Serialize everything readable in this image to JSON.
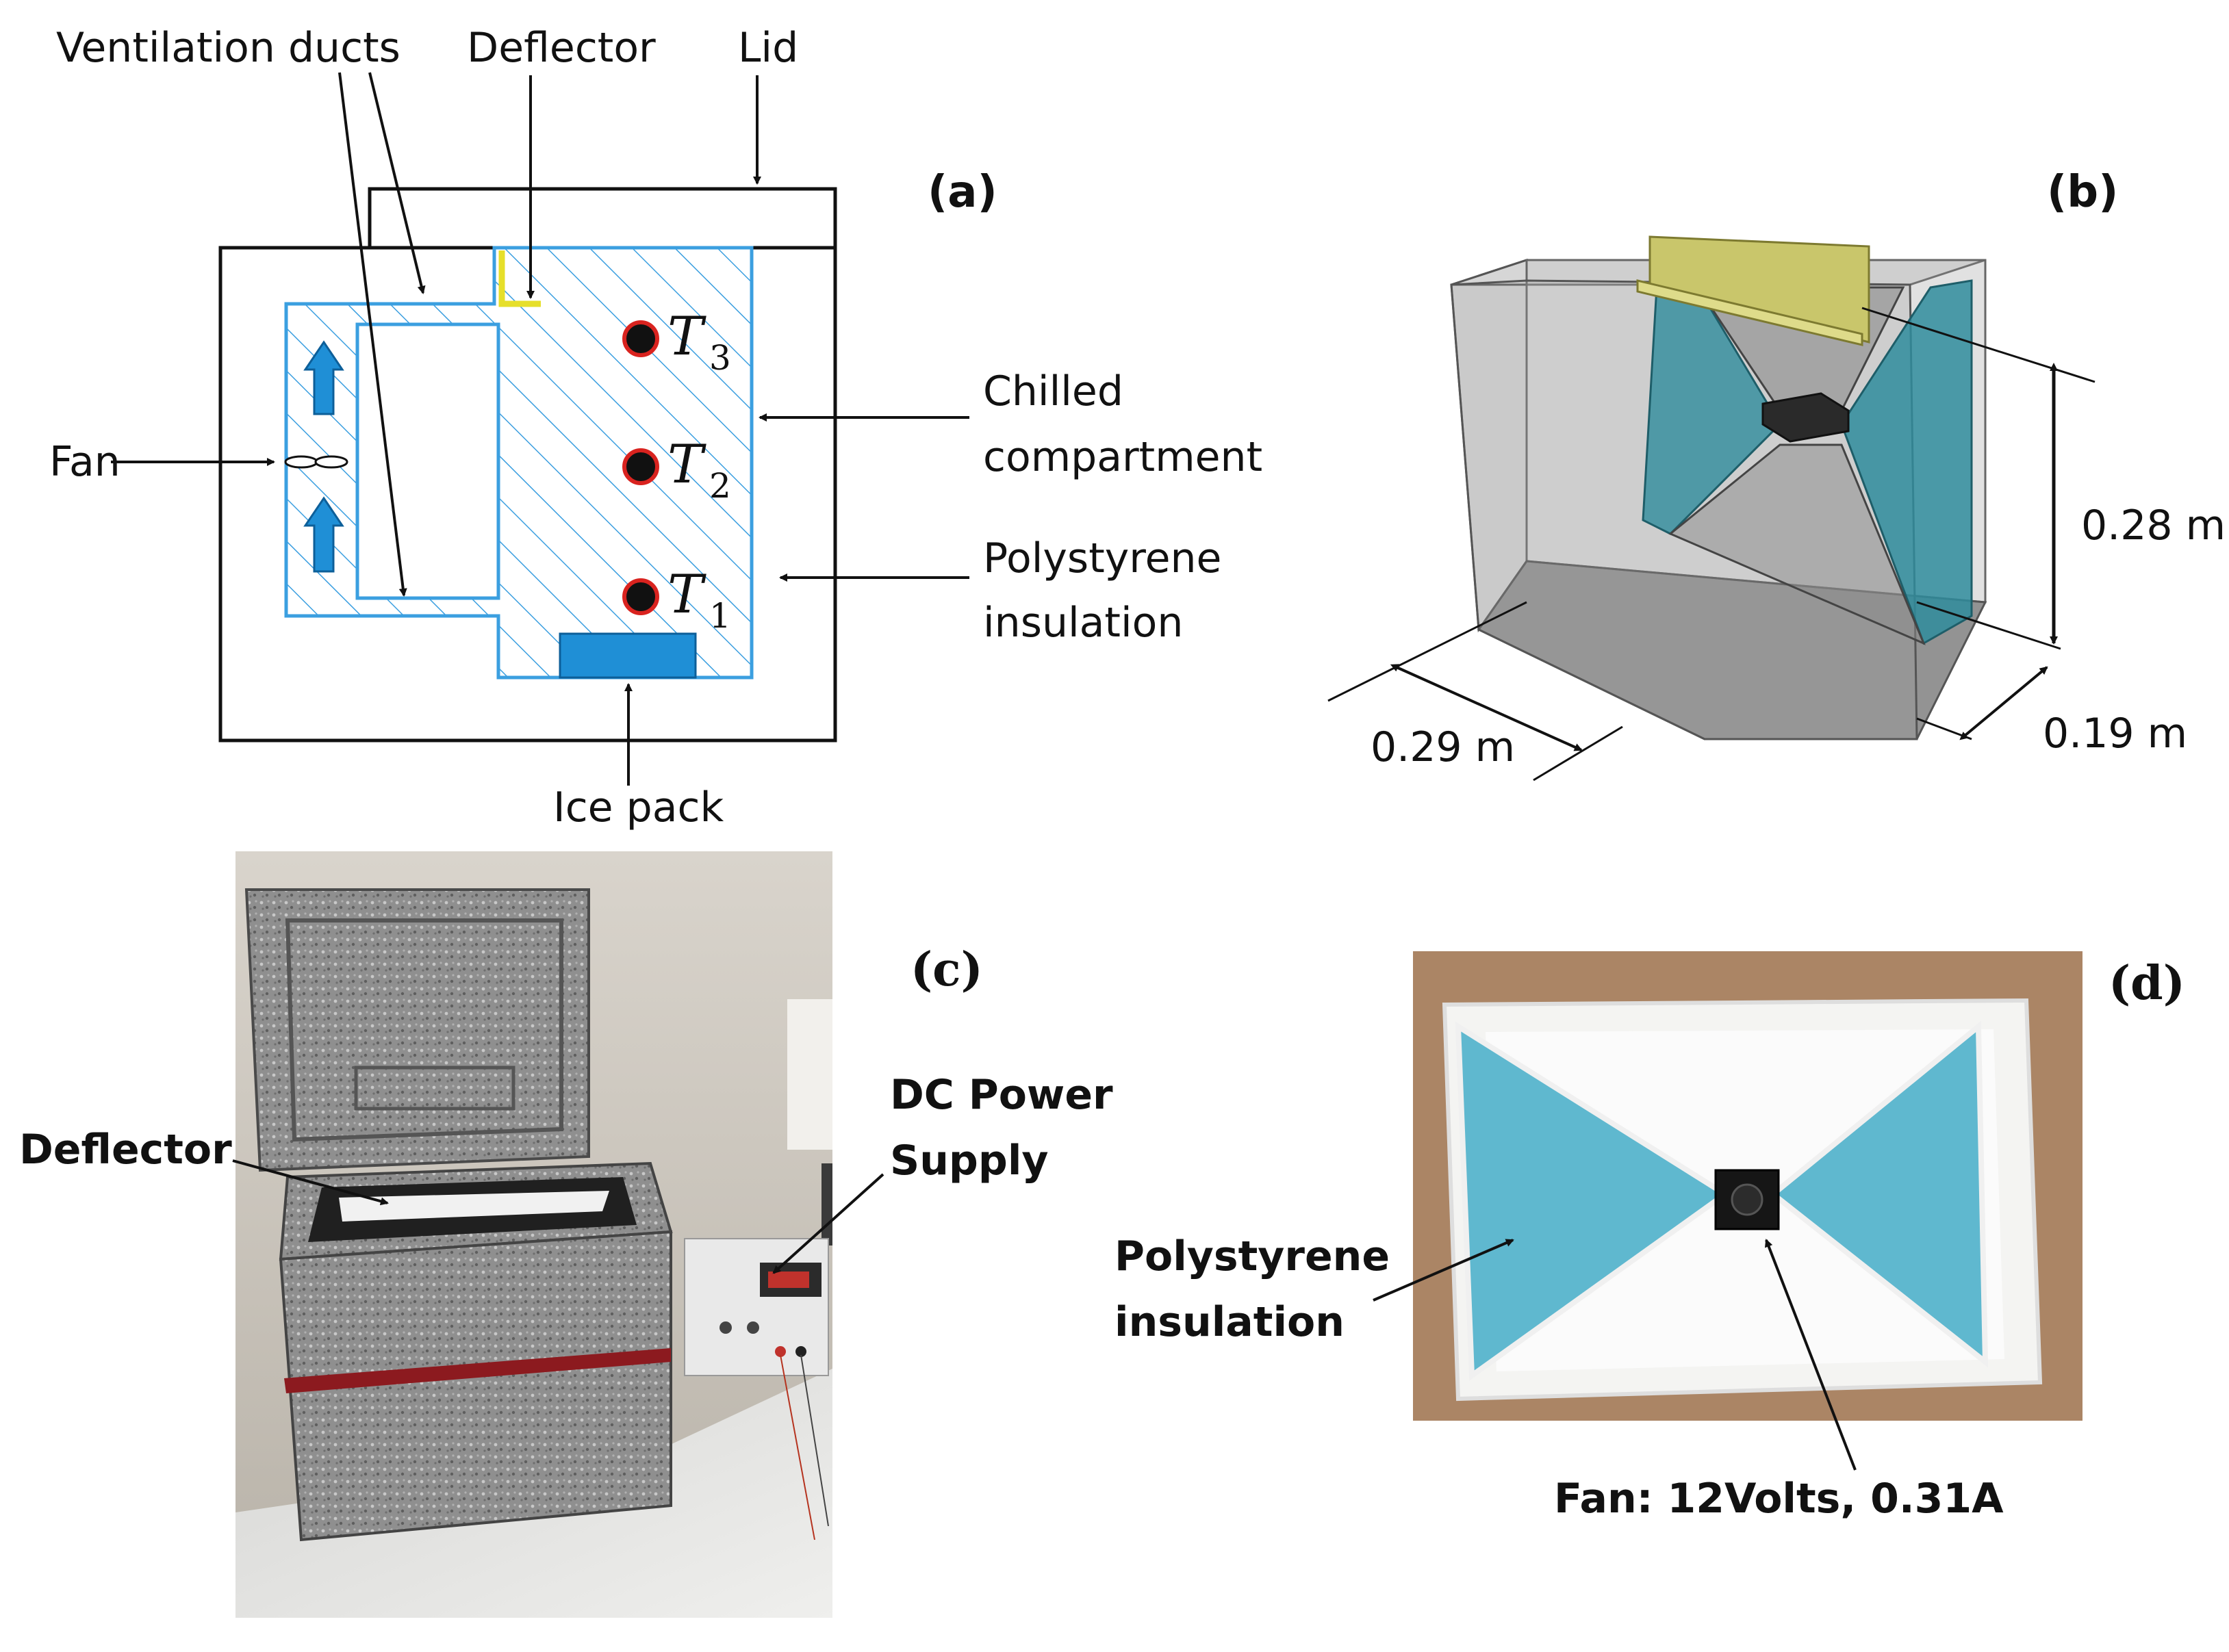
{
  "panel_a": {
    "tag": "(a)",
    "labels": {
      "ventilation_ducts": "Ventilation ducts",
      "deflector": "Deflector",
      "lid": "Lid",
      "fan": "Fan",
      "chilled_line1": "Chilled",
      "chilled_line2": "compartment",
      "poly_line1": "Polystyrene",
      "poly_line2": "insulation",
      "ice_pack": "Ice pack"
    },
    "sensors": [
      {
        "symbol": "T",
        "sub": "3"
      },
      {
        "symbol": "T",
        "sub": "2"
      },
      {
        "symbol": "T",
        "sub": "1"
      }
    ],
    "colors": {
      "duct": "#3b9fe0",
      "arrow_fill": "#1f8fd6",
      "deflector": "#e6df2a",
      "sensor": "#111111",
      "sensor_ring": "#d9231f"
    }
  },
  "panel_b": {
    "tag": "(b)",
    "dimensions": {
      "height": "0.28 m",
      "width": "0.29 m",
      "depth": "0.19 m"
    },
    "colors": {
      "box": "#9a9a9a",
      "insulation": "#2f8c9c",
      "deflector": "#c9c66b"
    }
  },
  "panel_c": {
    "tag": "(c)",
    "labels": {
      "deflector": "Deflector",
      "power_line1": "DC Power",
      "power_line2": "Supply"
    }
  },
  "panel_d": {
    "tag": "(d)",
    "labels": {
      "poly_line1": "Polystyrene",
      "poly_line2": "insulation",
      "fan": "Fan: 12Volts, 0.31A"
    },
    "colors": {
      "insulation": "#5fb8cf"
    }
  }
}
